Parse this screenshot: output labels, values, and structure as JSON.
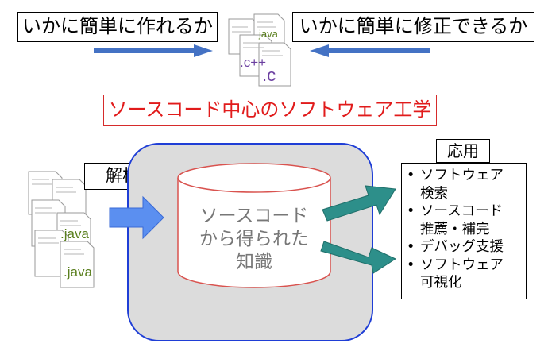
{
  "header": {
    "left_label": "いかに簡単に作れるか",
    "right_label": "いかに簡単に修正できるか"
  },
  "center_title": "ソースコード中心のソフトウェア工学",
  "file_icons": {
    "top_labels": [
      "java",
      ".c++",
      ".c"
    ],
    "left_labels": [
      ".java",
      ".java"
    ]
  },
  "analysis_label": "解析",
  "knowledge": {
    "line1": "ソースコード",
    "line2": "から得られた",
    "line3": "知識"
  },
  "applications": {
    "title": "応用",
    "items": [
      {
        "line1": "ソフトウェア",
        "line2": "検索"
      },
      {
        "line1": "ソースコード",
        "line2": "推薦・補完"
      },
      {
        "line1": "デバッグ支援",
        "line2": ""
      },
      {
        "line1": "ソフトウェア",
        "line2": "可視化"
      }
    ]
  },
  "colors": {
    "header_arrow": "#4472c4",
    "title_red": "#e11b1b",
    "panel_border": "#1f3ed6",
    "panel_fill": "#dcdcdc",
    "analysis_arrow": "#5b8ff0",
    "output_arrow": "#2d8f8a",
    "cylinder_border": "#d9534f"
  }
}
